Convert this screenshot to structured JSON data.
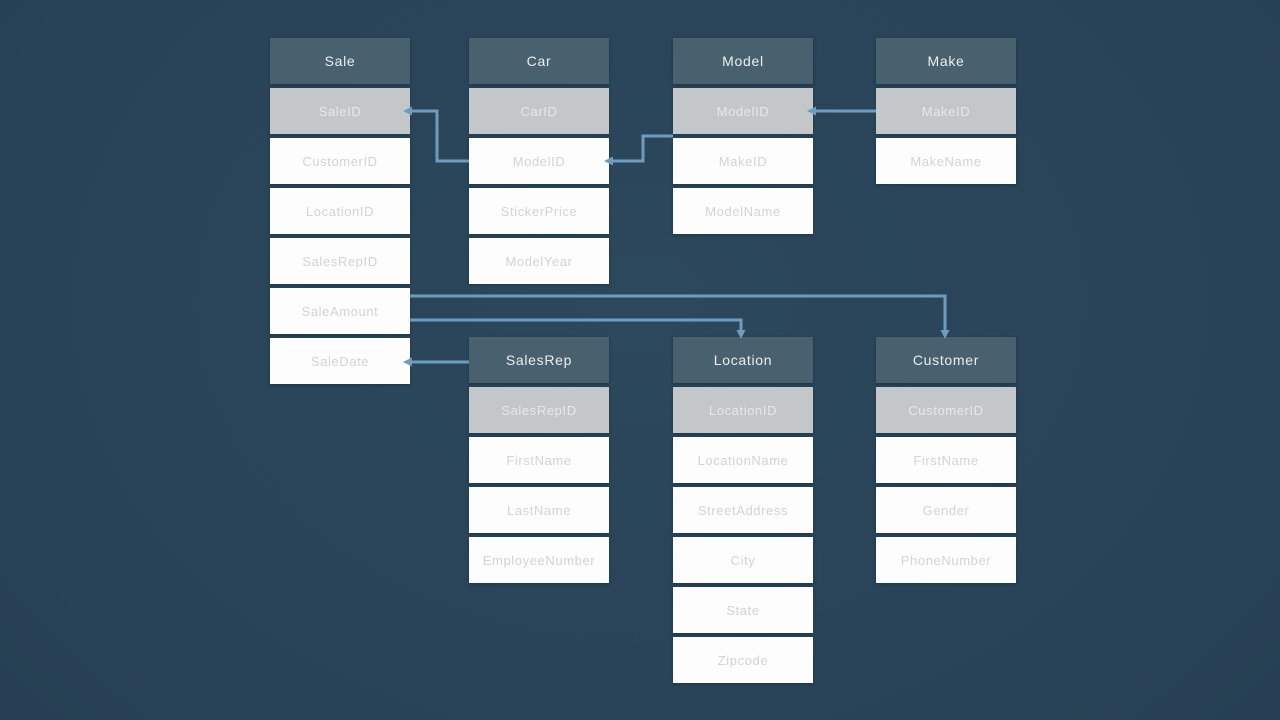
{
  "diagram": {
    "kind": "entity-relationship-diagram"
  },
  "colors": {
    "background": "#284257",
    "background_center": "#2c485c",
    "background_edge": "#213649",
    "table_header_bg": "#49616f",
    "table_header_text": "#eaeeef",
    "pk_row_bg": "#c3c7ca",
    "pk_row_text": "#e6e9ea",
    "row_bg": "#fdfdfd",
    "row_text": "#cfd4d7",
    "connector": "#6e9cbf"
  },
  "tables": [
    {
      "name": "Sale",
      "fields": [
        {
          "label": "SaleID",
          "pk": true
        },
        {
          "label": "CustomerID",
          "pk": false
        },
        {
          "label": "LocationID",
          "pk": false
        },
        {
          "label": "SalesRepID",
          "pk": false
        },
        {
          "label": "SaleAmount",
          "pk": false
        },
        {
          "label": "SaleDate",
          "pk": false
        }
      ]
    },
    {
      "name": "Car",
      "fields": [
        {
          "label": "CarID",
          "pk": true
        },
        {
          "label": "ModelID",
          "pk": false
        },
        {
          "label": "StickerPrice",
          "pk": false
        },
        {
          "label": "ModelYear",
          "pk": false
        }
      ]
    },
    {
      "name": "Model",
      "fields": [
        {
          "label": "ModelID",
          "pk": true
        },
        {
          "label": "MakeID",
          "pk": false
        },
        {
          "label": "ModelName",
          "pk": false
        }
      ]
    },
    {
      "name": "Make",
      "fields": [
        {
          "label": "MakeID",
          "pk": true
        },
        {
          "label": "MakeName",
          "pk": false
        }
      ]
    },
    {
      "name": "SalesRep",
      "fields": [
        {
          "label": "SalesRepID",
          "pk": true
        },
        {
          "label": "FirstName",
          "pk": false
        },
        {
          "label": "LastName",
          "pk": false
        },
        {
          "label": "EmployeeNumber",
          "pk": false
        }
      ]
    },
    {
      "name": "Location",
      "fields": [
        {
          "label": "LocationID",
          "pk": true
        },
        {
          "label": "LocationName",
          "pk": false
        },
        {
          "label": "StreetAddress",
          "pk": false
        },
        {
          "label": "City",
          "pk": false
        },
        {
          "label": "State",
          "pk": false
        },
        {
          "label": "Zipcode",
          "pk": false
        }
      ]
    },
    {
      "name": "Customer",
      "fields": [
        {
          "label": "CustomerID",
          "pk": true
        },
        {
          "label": "FirstName",
          "pk": false
        },
        {
          "label": "Gender",
          "pk": false
        },
        {
          "label": "PhoneNumber",
          "pk": false
        }
      ]
    }
  ],
  "connections": [
    {
      "from": "Sale.SaleID",
      "to": "Car.ModelID"
    },
    {
      "from": "Car.ModelID",
      "to": "Model.ModelID"
    },
    {
      "from": "Model.ModelID",
      "to": "Make.MakeID"
    },
    {
      "from": "Sale.SaleAmount",
      "to": "Customer"
    },
    {
      "from": "Sale.SaleAmount",
      "to": "Location"
    },
    {
      "from": "Sale.SaleDate",
      "to": "SalesRep"
    }
  ]
}
